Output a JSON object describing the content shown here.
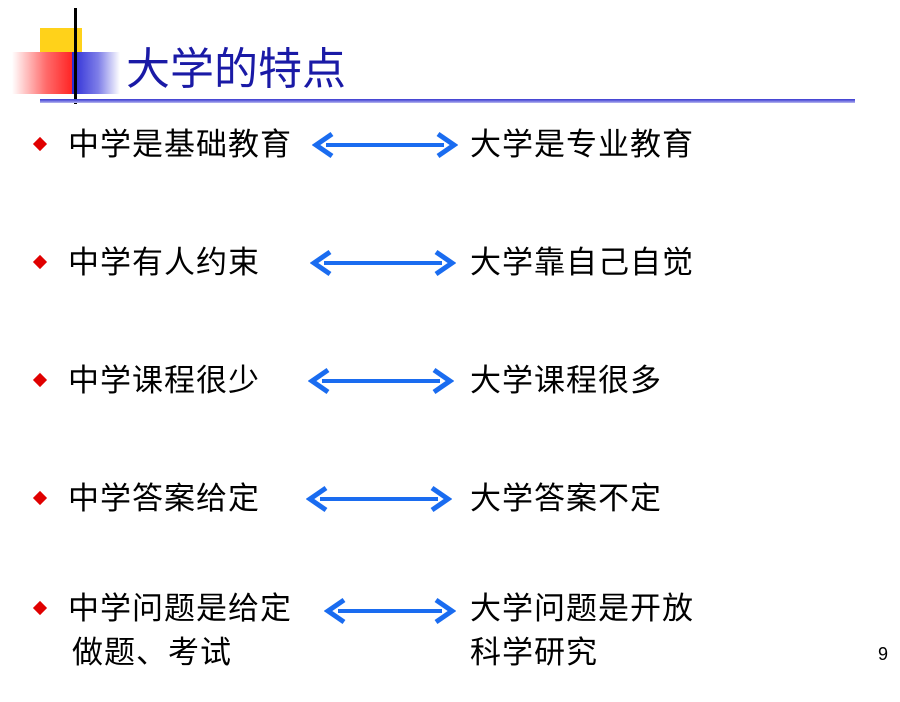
{
  "title": "大学的特点",
  "rows": [
    {
      "left": "中学是基础教育",
      "right": "大学是专业教育"
    },
    {
      "left": "中学有人约束",
      "right": "大学靠自己自觉"
    },
    {
      "left": "中学课程很少",
      "right": "大学课程很多"
    },
    {
      "left": "中学答案给定",
      "right": "大学答案不定"
    },
    {
      "left": "中学问题是给定",
      "left2": "做题、考试",
      "right": "大学问题是开放",
      "right2": "科学研究"
    }
  ],
  "page_number": "9",
  "colors": {
    "title": "#1a1aa6",
    "bullet": "#e00000",
    "arrow": "#1a6cf0"
  },
  "icons": {
    "bullet": "red-diamond-bullet",
    "arrow": "double-headed-arrow-icon"
  }
}
